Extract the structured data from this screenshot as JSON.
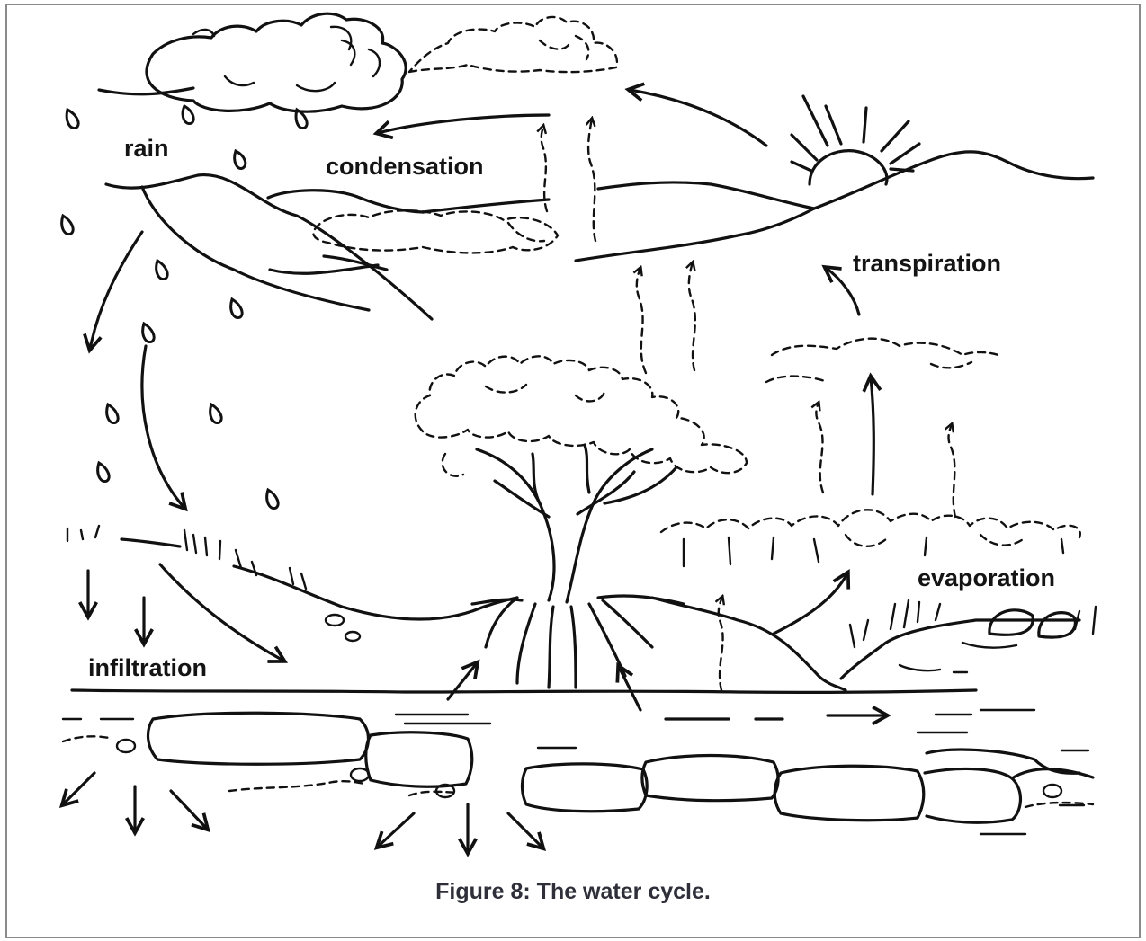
{
  "labels": {
    "rain": "rain",
    "condensation": "condensation",
    "transpiration": "transpiration",
    "evaporation": "evaporation",
    "infiltration": "infiltration"
  },
  "caption": "Figure 8: The water cycle.",
  "colors": {
    "ink": "#111111",
    "caption": "#2f2f3a",
    "frame": "#8a8a8a"
  }
}
